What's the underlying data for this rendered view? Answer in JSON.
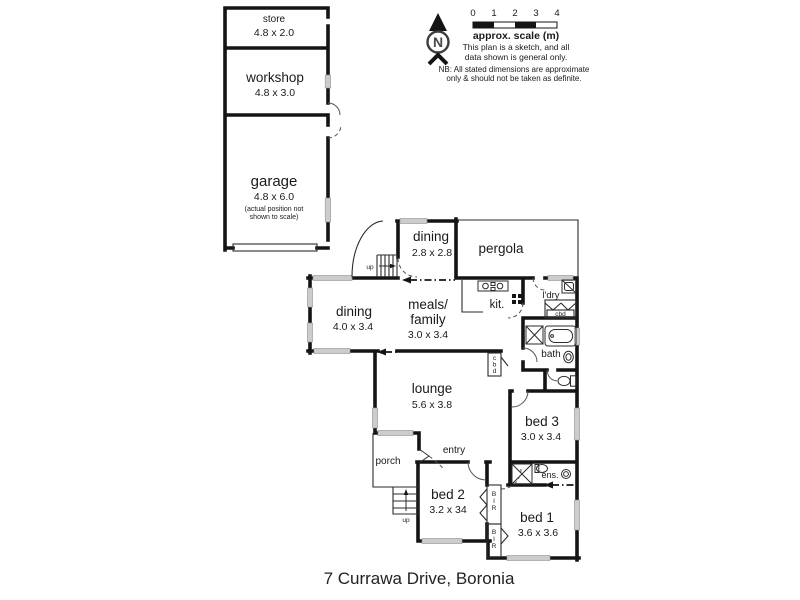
{
  "address": "7 Currawa Drive, Boronia",
  "header": {
    "compass_letter": "N",
    "scale": {
      "ticks": [
        "0",
        "1",
        "2",
        "3",
        "4"
      ],
      "caption": "approx. scale (m)"
    },
    "disclaimer_line1": "This plan is a sketch, and all",
    "disclaimer_line2": "data shown is general only.",
    "nb_line1": "NB: All stated dimensions are approximate",
    "nb_line2": "only & should not be taken as definite."
  },
  "outbuilding": {
    "store": {
      "label": "store",
      "dims": "4.8 x 2.0"
    },
    "workshop": {
      "label": "workshop",
      "dims": "4.8 x 3.0"
    },
    "garage": {
      "label": "garage",
      "dims": "4.8 x 6.0",
      "note1": "(actual position not",
      "note2": "shown to scale)"
    }
  },
  "house": {
    "dining_upper": {
      "label": "dining",
      "dims": "2.8 x 2.8"
    },
    "pergola": {
      "label": "pergola"
    },
    "dining": {
      "label": "dining",
      "dims": "4.0 x 3.4"
    },
    "meals": {
      "label1": "meals/",
      "label2": "family",
      "dims": "3.0 x 3.4"
    },
    "kitchen": {
      "label": "kit."
    },
    "laundry": {
      "label": "l'dry"
    },
    "bath": {
      "label": "bath"
    },
    "lounge": {
      "label": "lounge",
      "dims": "5.6 x 3.8"
    },
    "bed3": {
      "label": "bed 3",
      "dims": "3.0 x 3.4"
    },
    "ensuite": {
      "label": "ens."
    },
    "bed2": {
      "label": "bed 2",
      "dims": "3.2 x 34"
    },
    "bed1": {
      "label": "bed 1",
      "dims": "3.6 x 3.6"
    },
    "porch": {
      "label": "porch"
    },
    "entry": {
      "label": "entry"
    }
  },
  "annotations": {
    "up": "up",
    "cbd": "cbd",
    "bir": "BIR"
  },
  "colors": {
    "wall": "#141414",
    "window_fill": "#cccccc",
    "background": "#ffffff",
    "text": "#1a1a1a"
  }
}
